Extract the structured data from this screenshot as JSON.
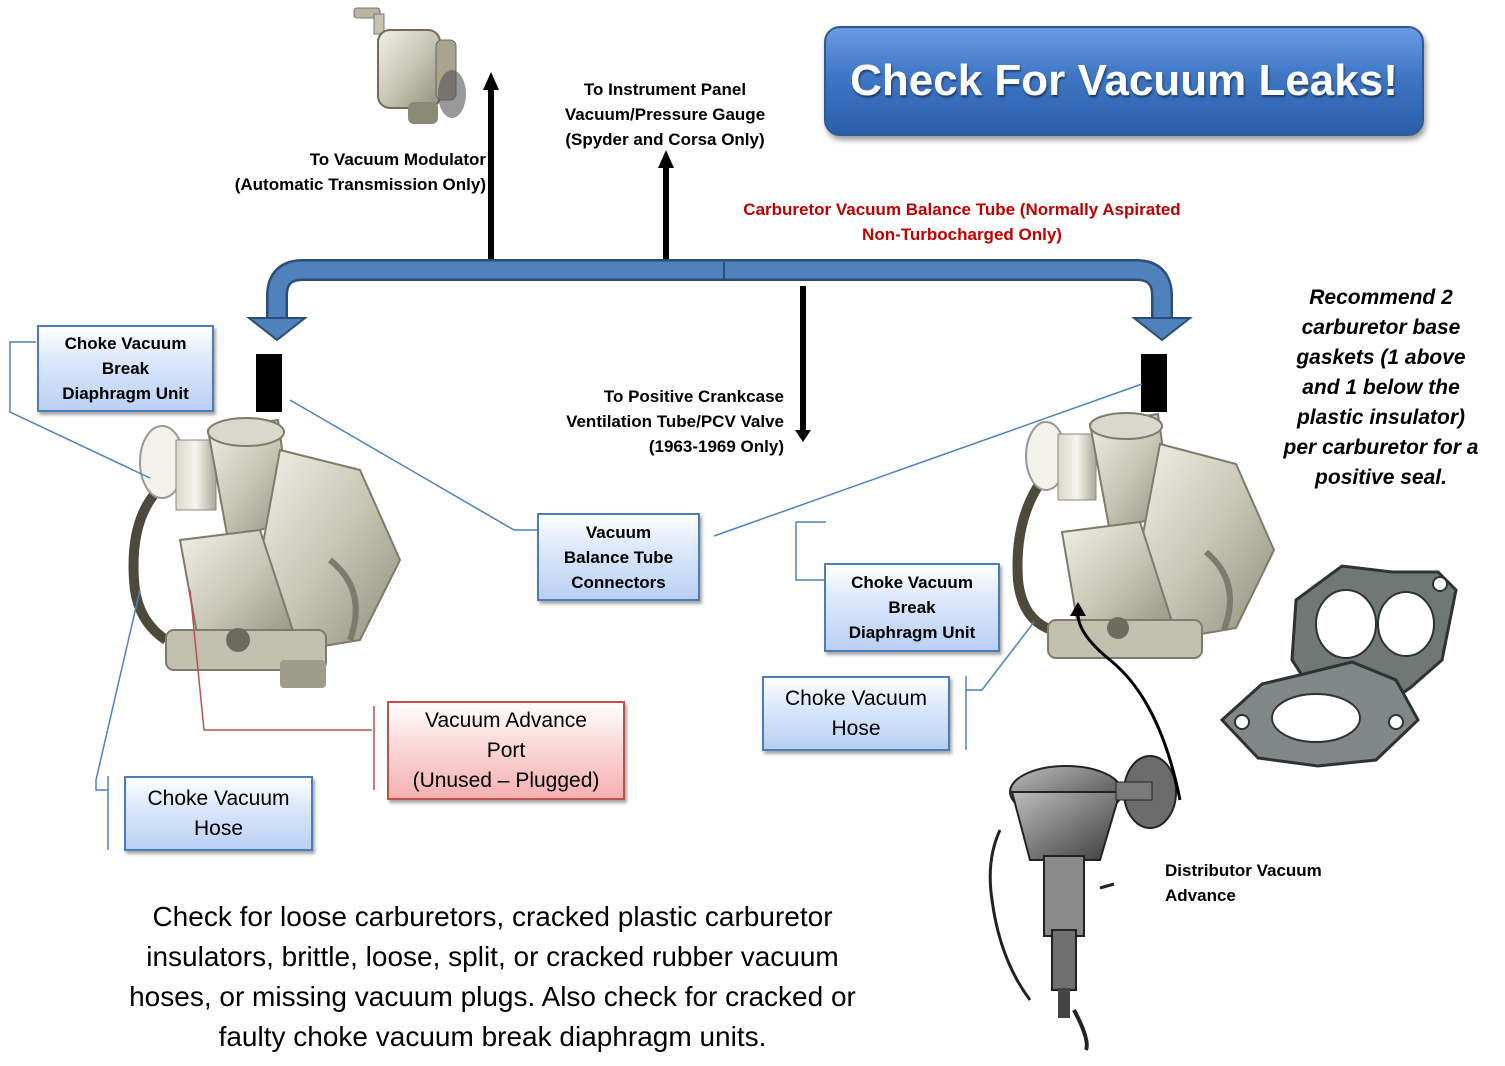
{
  "title": "Check For Vacuum Leaks!",
  "labels": {
    "vacuum_modulator": [
      "To Vacuum Modulator",
      "(Automatic Transmission Only)"
    ],
    "instrument_panel": [
      "To Instrument Panel",
      "Vacuum/Pressure Gauge",
      "(Spyder and Corsa Only)"
    ],
    "balance_tube_note": [
      "Carburetor Vacuum Balance Tube (Normally Aspirated",
      "Non-Turbocharged  Only)"
    ],
    "pcv": [
      "To Positive Crankcase",
      "Ventilation Tube/PCV Valve",
      "(1963-1969 Only)"
    ],
    "distributor": [
      "Distributor Vacuum",
      "Advance"
    ]
  },
  "boxes": {
    "left_choke_diaphragm": [
      "Choke Vacuum",
      "Break",
      "Diaphragm Unit"
    ],
    "balance_connectors": [
      "Vacuum",
      "Balance Tube",
      "Connectors"
    ],
    "right_choke_diaphragm": [
      "Choke Vacuum",
      "Break",
      "Diaphragm Unit"
    ],
    "vacuum_advance_port": [
      "Vacuum Advance",
      "Port",
      "(Unused – Plugged)"
    ],
    "left_choke_hose": [
      "Choke Vacuum",
      "Hose"
    ],
    "right_choke_hose": [
      "Choke Vacuum",
      "Hose"
    ]
  },
  "recommend": [
    "Recommend 2",
    "carburetor base",
    "gaskets (1 above",
    "and 1 below the",
    "plastic insulator)",
    "per carburetor for a",
    "positive seal."
  ],
  "bottom_text": [
    "Check for loose carburetors, cracked plastic carburetor",
    "insulators, brittle, loose, split, or cracked rubber vacuum",
    "hoses, or missing vacuum plugs. Also check for cracked or",
    "faulty choke vacuum break diaphragm units."
  ],
  "colors": {
    "accent": "#4a7ebb",
    "warning_red": "#c00000",
    "title_blue": "#3f77c6",
    "tube_blue": "#4f81bd"
  }
}
